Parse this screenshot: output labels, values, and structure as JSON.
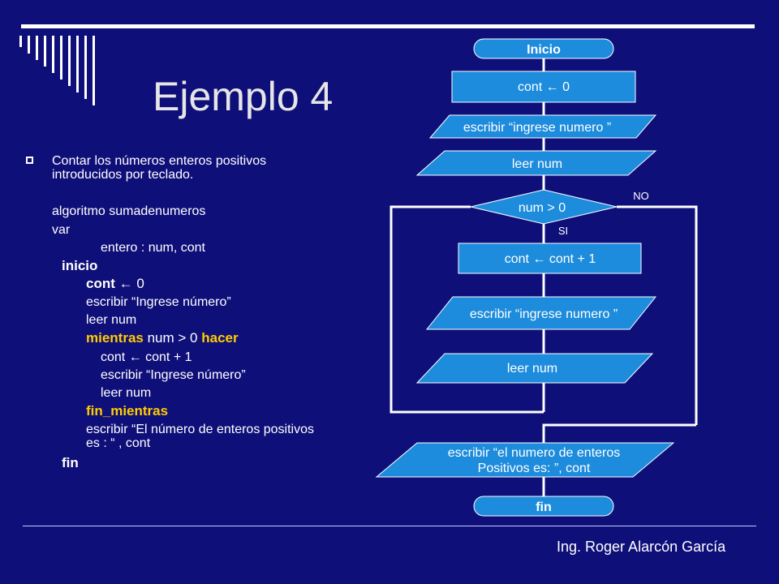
{
  "slide": {
    "title": "Ejemplo 4",
    "footer": "Ing. Roger Alarcón García"
  },
  "text": {
    "bullet_line1": "Contar los números enteros positivos",
    "bullet_line2": "introducidos por teclado.",
    "l_algoritmo": "algoritmo sumadenumeros",
    "l_var": "var",
    "l_entero": "entero : num, cont",
    "l_inicio": "inicio",
    "l_cont_bold": "cont",
    "l_cont_rest": " ← 0",
    "l_escribir1": "escribir “Ingrese número”",
    "l_leer1": "leer num",
    "l_mientras": "mientras",
    "l_mientras_mid": " num > 0 ",
    "l_hacer": "hacer",
    "l_cont_inc": "cont ← cont + 1",
    "l_escribir2": "escribir “Ingrese número”",
    "l_leer2": "leer num",
    "l_fin_mientras": "fin_mientras",
    "l_escribir3a": "escribir “El número de enteros positivos",
    "l_escribir3b": "es : “ , cont",
    "l_fin": "fin"
  },
  "flowchart": {
    "inicio": "Inicio",
    "cont0": "cont ← 0",
    "escribir1": "escribir “ingrese numero ”",
    "leer1": "leer   num",
    "cond": "num > 0",
    "no": "NO",
    "si": "SI",
    "inc": "cont ← cont + 1",
    "escribir2": "escribir “ingrese numero ”",
    "leer2": "leer   num",
    "final_line1": "escribir “el numero de enteros",
    "final_line2": "Positivos es: ”, cont",
    "fin": "fin"
  },
  "colors": {
    "background": "#0f0f7a",
    "shape_fill": "#1e8cdc",
    "keyword": "#ffcc00"
  }
}
